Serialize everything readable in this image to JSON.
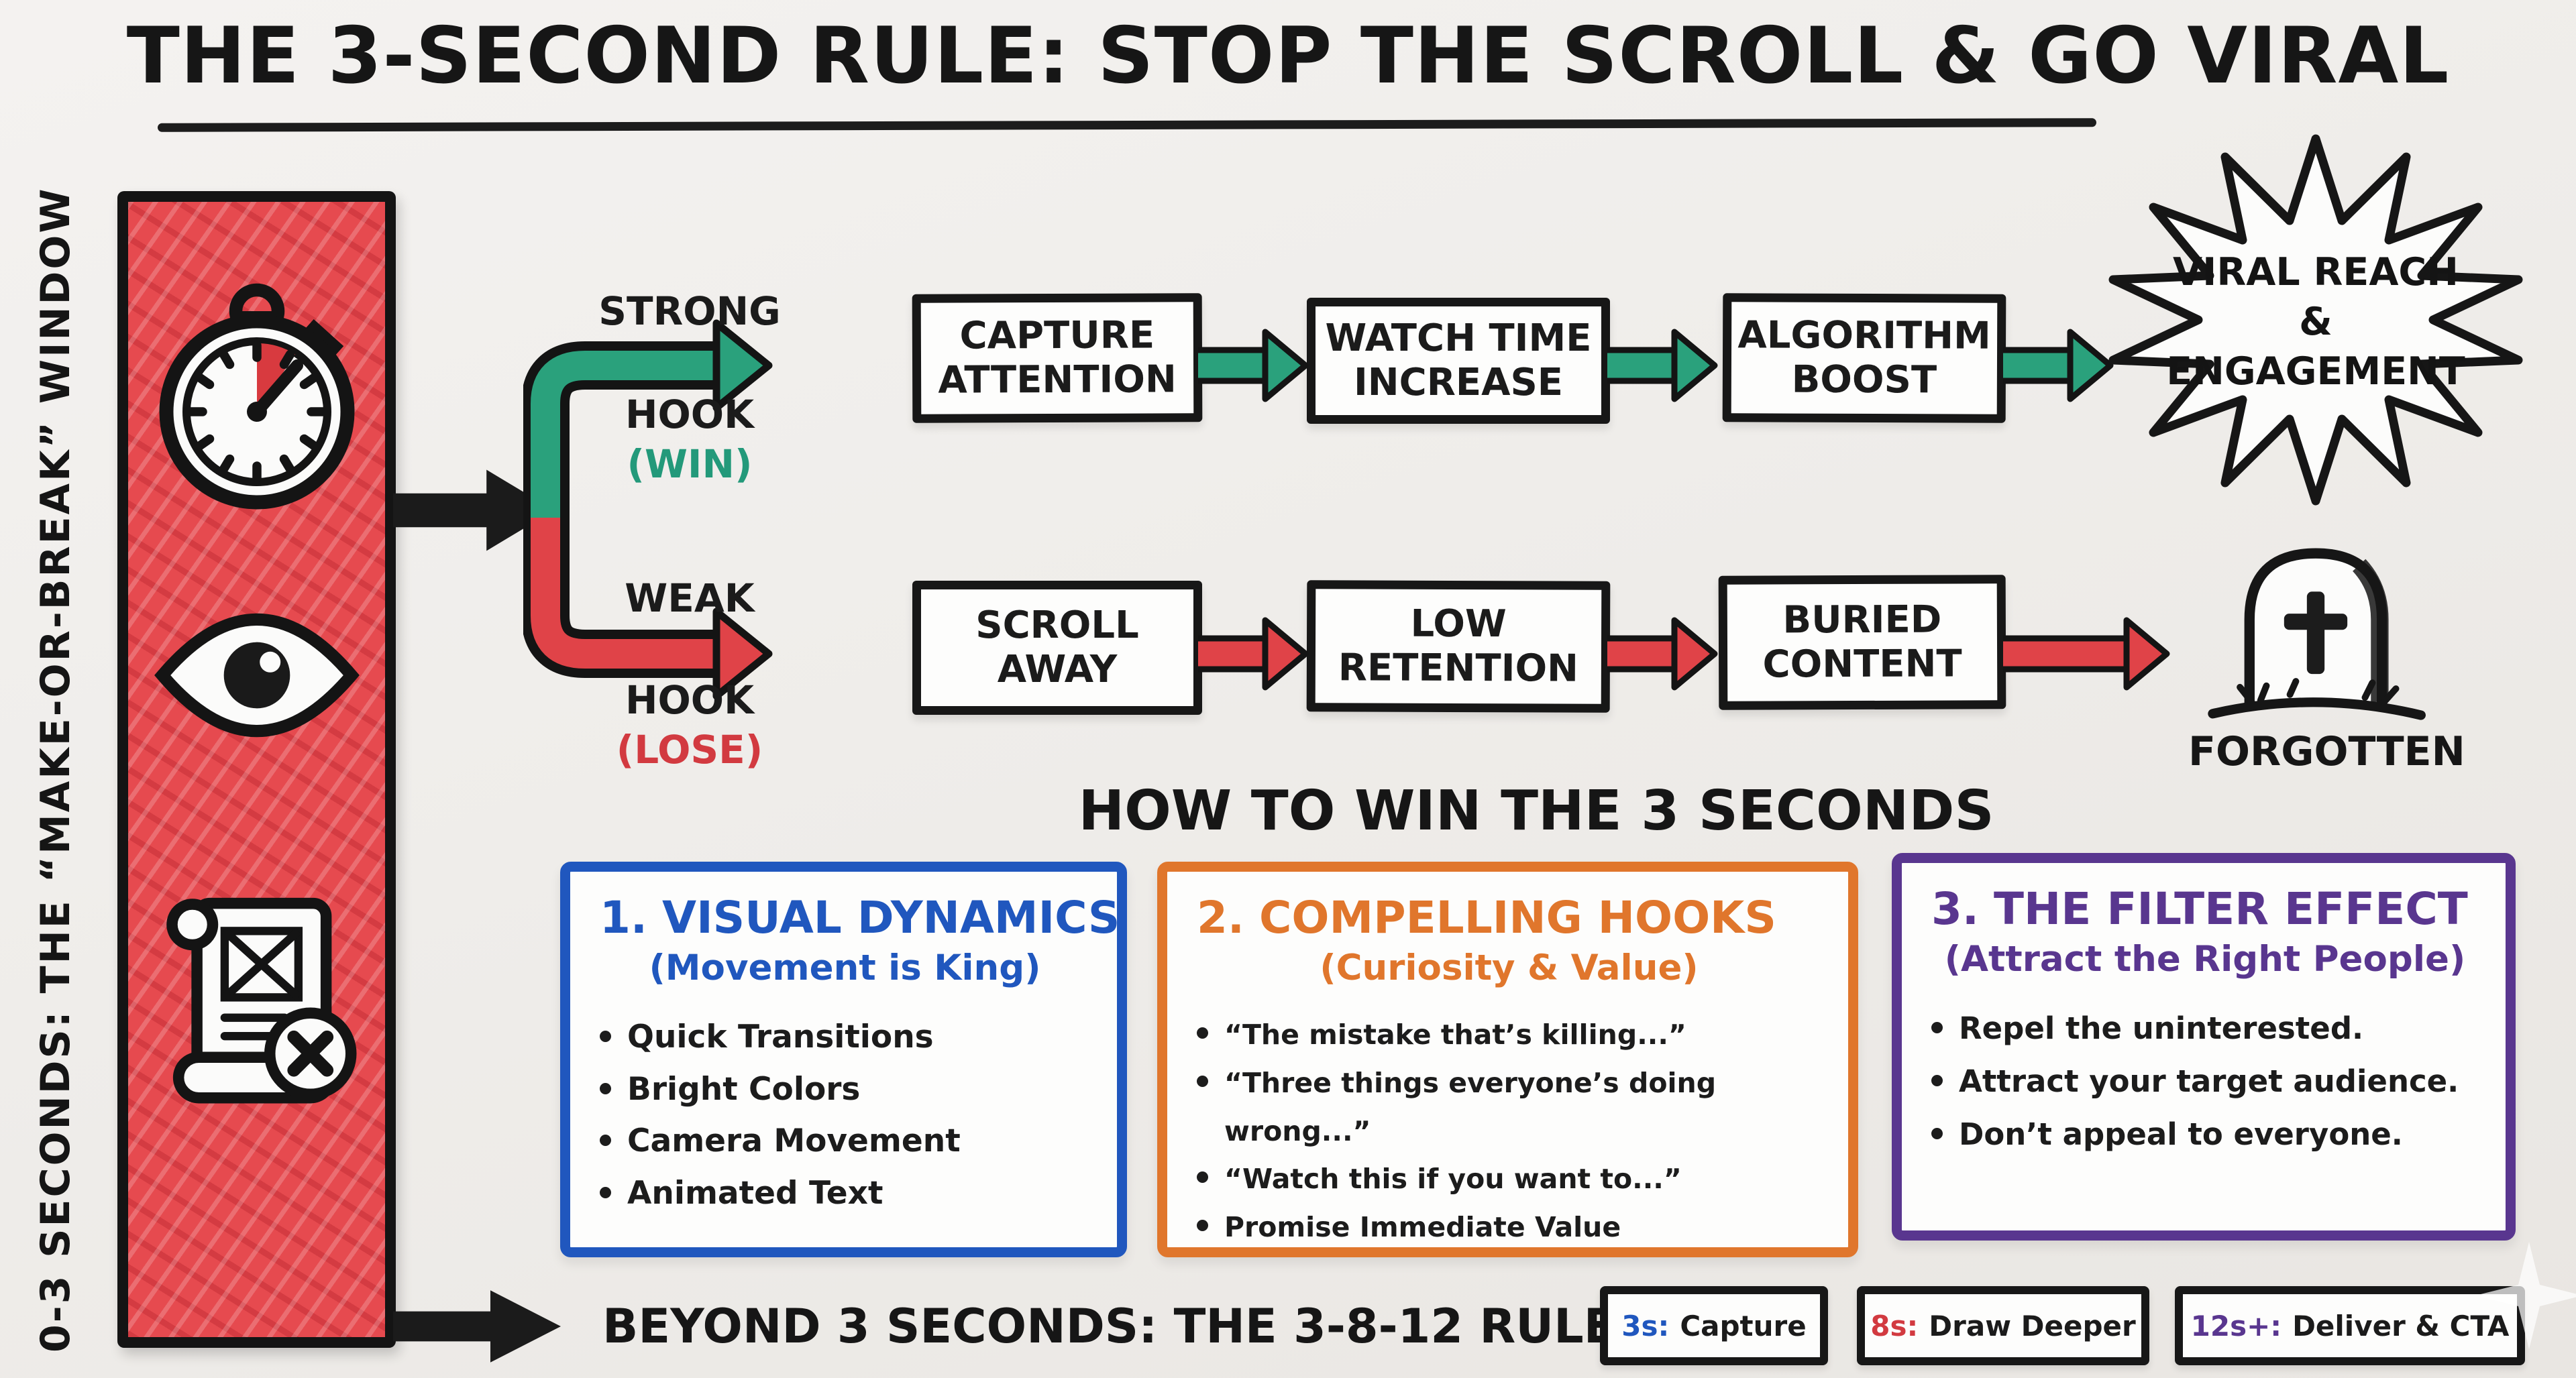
{
  "title": "THE 3-SECOND RULE: STOP THE SCROLL & GO VIRAL",
  "left_panel": {
    "vertical_label": "0-3 SECONDS: THE “MAKE-OR-BREAK” WINDOW",
    "icons": [
      "stopwatch-icon",
      "eye-icon",
      "rejected-scroll-icon"
    ]
  },
  "win_path": {
    "hook_line1": "STRONG",
    "hook_line2": "HOOK",
    "result": "(WIN)",
    "steps": [
      {
        "line1": "CAPTURE",
        "line2": "ATTENTION"
      },
      {
        "line1": "WATCH TIME",
        "line2": "INCREASE"
      },
      {
        "line1": "ALGORITHM",
        "line2": "BOOST"
      }
    ],
    "outcome": {
      "line1": "VIRAL REACH",
      "line2": "&",
      "line3": "ENGAGEMENT"
    }
  },
  "lose_path": {
    "hook_line1": "WEAK",
    "hook_line2": "HOOK",
    "result": "(LOSE)",
    "steps": [
      {
        "line1": "SCROLL",
        "line2": "AWAY"
      },
      {
        "line1": "LOW",
        "line2": "RETENTION"
      },
      {
        "line1": "BURIED",
        "line2": "CONTENT"
      }
    ],
    "outcome": "FORGOTTEN"
  },
  "how_to_win": {
    "heading": "HOW TO WIN THE 3 SECONDS",
    "cards": [
      {
        "number": "1.",
        "title": "VISUAL DYNAMICS",
        "subtitle": "(Movement is King)",
        "color": "#2057be",
        "bullets": [
          "Quick Transitions",
          "Bright Colors",
          "Camera Movement",
          "Animated Text"
        ]
      },
      {
        "number": "2.",
        "title": "COMPELLING HOOKS",
        "subtitle": "(Curiosity & Value)",
        "color": "#e0762c",
        "bullets": [
          "“The mistake that’s killing...”",
          "“Three things everyone’s doing wrong...”",
          "“Watch this if you want to...”",
          "Promise Immediate Value"
        ]
      },
      {
        "number": "3.",
        "title": "THE FILTER EFFECT",
        "subtitle": "(Attract the Right People)",
        "color": "#59368f",
        "bullets": [
          "Repel the uninterested.",
          "Attract your target audience.",
          "Don’t appeal to everyone."
        ]
      }
    ]
  },
  "footer": {
    "heading": "BEYOND 3 SECONDS: THE 3-8-12 RULE",
    "stages": [
      {
        "time": "3s:",
        "label": "Capture",
        "color": "#2057be"
      },
      {
        "time": "8s:",
        "label": "Draw Deeper",
        "color": "#d23a40"
      },
      {
        "time": "12s+:",
        "label": "Deliver & CTA",
        "color": "#59368f"
      }
    ]
  },
  "colors": {
    "win_green": "#2aa17c",
    "lose_red": "#e04348",
    "bar_red": "#e64a4f",
    "ink_black": "#1b1b1b",
    "board_white": "#f1efec"
  }
}
